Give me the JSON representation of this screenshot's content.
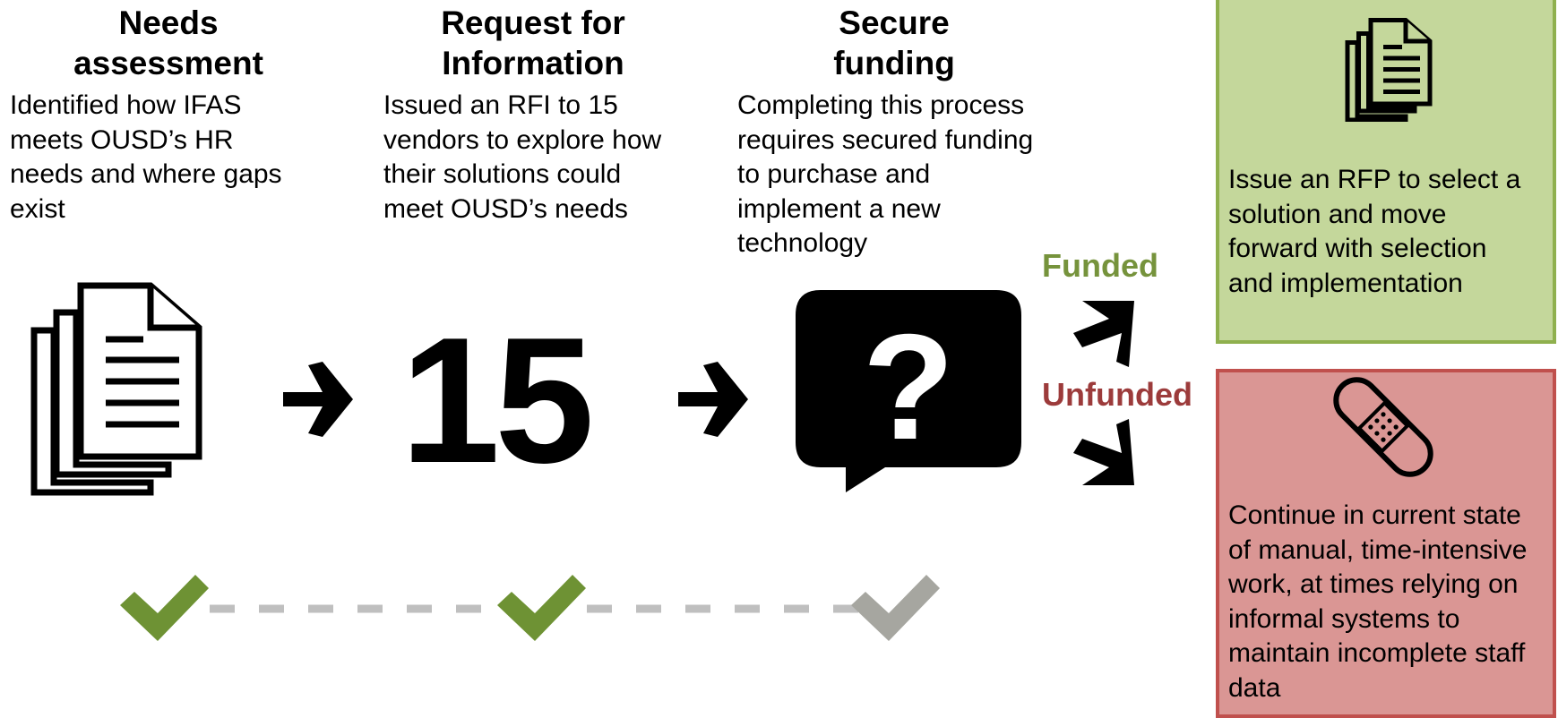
{
  "steps": [
    {
      "title_line1": "Needs",
      "title_line2": "assessment",
      "description": [
        "Identified how IFAS",
        "meets OUSD’s HR",
        "needs and where gaps",
        "exist"
      ]
    },
    {
      "title_line1": "Request for",
      "title_line2": "Information",
      "description": [
        "Issued an RFI to 15",
        "vendors to explore how",
        "their solutions could",
        "meet OUSD’s needs"
      ]
    },
    {
      "title_line1": "Secure",
      "title_line2": "funding",
      "description": [
        "Completing this process",
        "requires secured funding",
        "to purchase and",
        "implement a new",
        "technology"
      ]
    }
  ],
  "rfi_vendor_count": "15",
  "branches": {
    "funded_label": "Funded",
    "unfunded_label": "Unfunded"
  },
  "outcomes": {
    "funded": {
      "icon": "documents-icon",
      "text": [
        "Issue an RFP to select a",
        "solution and move",
        "forward with selection",
        "and implementation"
      ]
    },
    "unfunded": {
      "icon": "bandage-icon",
      "text": [
        "Continue in current state",
        "of manual, time-intensive",
        "work, at times relying on",
        "informal systems to",
        "maintain incomplete staff",
        "data"
      ]
    }
  },
  "progress": [
    {
      "step": "Needs assessment",
      "complete": true
    },
    {
      "step": "Request for Information",
      "complete": true
    },
    {
      "step": "Secure funding",
      "complete": false
    }
  ],
  "colors": {
    "complete_check": "#6e9234",
    "pending_check": "#a6a6a0",
    "connector_dash": "#bfbfbf",
    "funded_label": "#76933c",
    "unfunded_label": "#9c3b3b",
    "funded_fill": "#c4d79b",
    "funded_border": "#8fb04e",
    "unfunded_fill": "#da9694",
    "unfunded_border": "#c0504d"
  }
}
